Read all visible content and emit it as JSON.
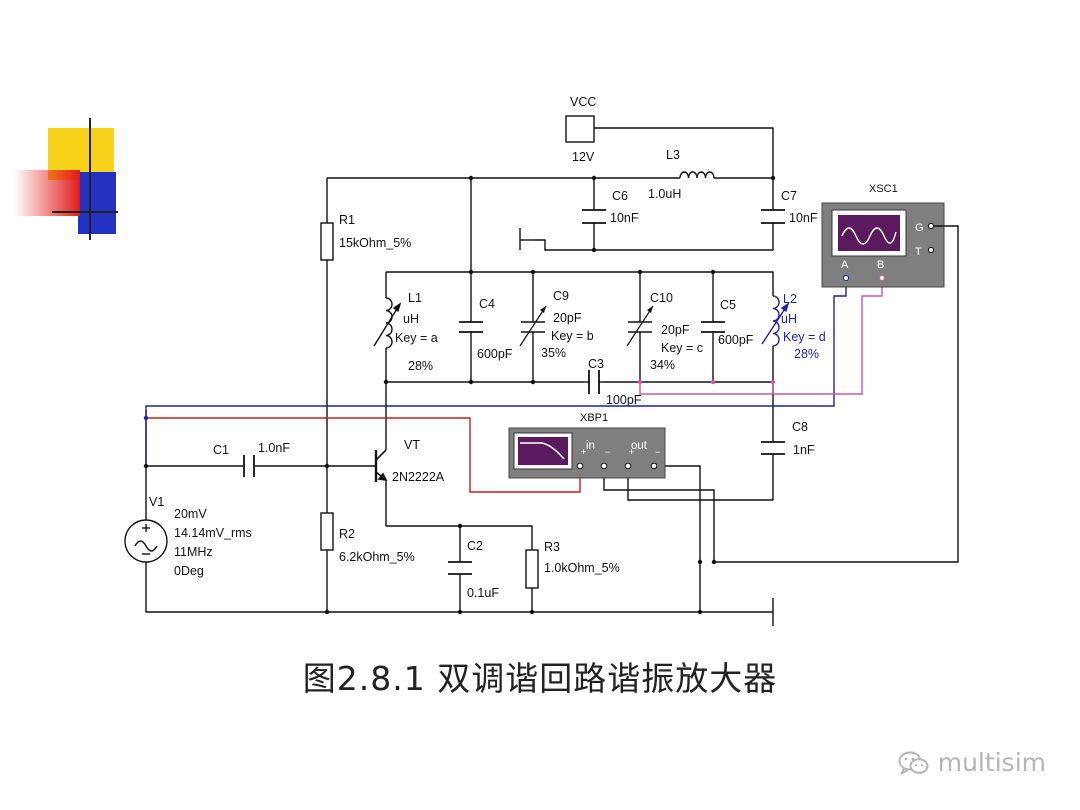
{
  "caption": "图2.8.1  双调谐回路谐振放大器",
  "watermark": {
    "text": "multisim",
    "icon": "wechat-icon"
  },
  "colors": {
    "wire": "#111111",
    "channel_a": "#1f1fa8",
    "channel_b": "#d4569a",
    "signal": "#c81e1e",
    "instrument_bg": "#7f7f7f",
    "screen": "#5b1a5e"
  },
  "labels": {
    "vcc_name": "VCC",
    "vcc_value": "12V",
    "l3_name": "L3",
    "l3_value": "1.0uH",
    "c6_name": "C6",
    "c6_value": "10nF",
    "c7_name": "C7",
    "c7_value": "10nF",
    "r1_name": "R1",
    "r1_value": "15kOhm_5%",
    "l1_name": "L1",
    "l1_value": "uH",
    "l1_key": "Key = a",
    "l1_pct": "28%",
    "c4_name": "C4",
    "c4_value": "600pF",
    "c9_name": "C9",
    "c9_value": "20pF",
    "c9_key": "Key = b",
    "c9_pct": "35%",
    "c10_name": "C10",
    "c10_value": "20pF",
    "c10_key": "Key = c",
    "c10_pct": "34%",
    "c5_name": "C5",
    "c5_value": "600pF",
    "l2_name": "L2",
    "l2_value": "uH",
    "l2_key": "Key = d",
    "l2_pct": "28%",
    "c3_name": "C3",
    "c3_value": "100pF",
    "xbp1_name": "XBP1",
    "xbp1_in": "in",
    "xbp1_out": "out",
    "xsc1_name": "XSC1",
    "xsc1_a": "A",
    "xsc1_b": "B",
    "xsc1_g": "G",
    "xsc1_t": "T",
    "c8_name": "C8",
    "c8_value": "1nF",
    "c1_name": "C1",
    "c1_value": "1.0nF",
    "vt_name": "VT",
    "vt_value": "2N2222A",
    "v1_name": "V1",
    "v1_amp": "20mV",
    "v1_rms": "14.14mV_rms",
    "v1_freq": "11MHz",
    "v1_phase": "0Deg",
    "r2_name": "R2",
    "r2_value": "6.2kOhm_5%",
    "c2_name": "C2",
    "c2_value": "0.1uF",
    "r3_name": "R3",
    "r3_value": "1.0kOhm_5%"
  }
}
